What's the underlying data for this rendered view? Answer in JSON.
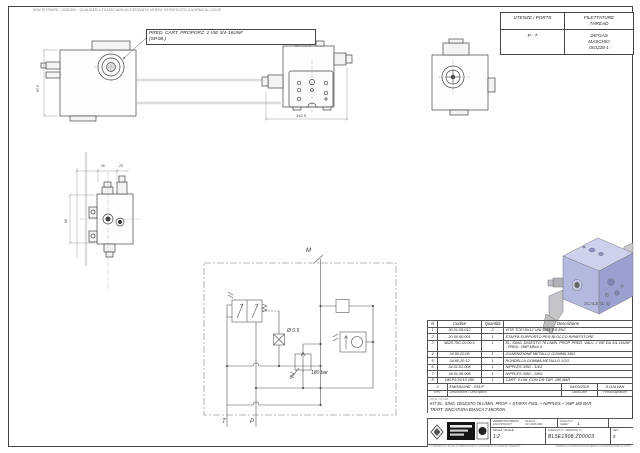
{
  "sheet": {
    "disclaimer": "NON RITIRARE I DISEGNI - QUALSIASI UTILIZZO NON AUTORIZZATO VERRA' PERSEGUITO A NORMA DI LEGGE"
  },
  "callout": {
    "line1": "PRED. CART. PROPORZ. 2 VIE 3/4-16UNF",
    "line2": "(SP.08.)"
  },
  "ports_table": {
    "header_left": "UTENZE / PORTS",
    "header_right_1": "FILETTATURE",
    "header_right_2": "THREAD",
    "ports_value": "P - T",
    "thread_1": "3/8\"GAS",
    "thread_2": "MASCHIO",
    "thread_3": "ISO228-1"
  },
  "dims": {
    "d1": "97.5",
    "d2": "142.5",
    "d3": "35",
    "d4": "20",
    "d5": "60"
  },
  "schematic": {
    "m": "M",
    "t": "T",
    "p": "P",
    "orifice": "Ø 0.5",
    "relief": "180 bar"
  },
  "iso": {
    "scale": "SCALE (1: 5)"
  },
  "bom": {
    "h_n": "N",
    "h_code": "Codice",
    "h_qty": "Quantità",
    "h_desc": "Descrizione",
    "rows": [
      {
        "n": "1",
        "code": "30.01.08.012",
        "qty": "2",
        "desc": "VITE TCEI 8X12 UNI 5931 8.8 ZNC"
      },
      {
        "n": "2",
        "code": "20.50.00.001",
        "qty": "1",
        "desc": "STAFFA SUPPORTO PER BLOCCO RIPARTITORE"
      },
      {
        "n": "3",
        "code": "9A20.78C.00.00.0",
        "qty": "1",
        "desc": "EL. SING. DIGESTO 78 L/MIN. PROP. PRED. VALV. 2 VIE DA 3/4-16UNF - PRED. VMP M5x0.5"
      },
      {
        "n": "4",
        "code": "34.90.20.08",
        "qty": "1",
        "desc": "GUARNIZIONE METALLO GOMMA 3/8G"
      },
      {
        "n": "5",
        "code": "34.90.20.12",
        "qty": "1",
        "desc": "RONDELLA GOMMA METALLO 1/2G"
      },
      {
        "n": "6",
        "code": "34.01.02.008",
        "qty": "1",
        "desc": "NIPPLES 3/8G - 1/4G"
      },
      {
        "n": "7",
        "code": "34.01.08.008",
        "qty": "1",
        "desc": "NIPPLES 3/8G - 3/8G"
      },
      {
        "n": "8",
        "code": "VM.P3.26.10.180",
        "qty": "1",
        "desc": "CART. V.LIM. CON OR TAR. 180 BAR"
      }
    ],
    "revision": {
      "rev": "0",
      "desc": "EMISSIONE - 035.P",
      "date": "04/03/2015",
      "sign": "S.GALVAN"
    },
    "footer": {
      "rev": "Rev.",
      "desc": "Descrizione / Description",
      "date": "Data/Date",
      "sign": "Firma/Signature"
    }
  },
  "notes": {
    "label": "NOTE / NOTES",
    "line1": "KIT EL. SING. DIGESTO 78 L/MIN. PROP. + STAFFA FISS. + NIPPLES + VMP 180 BAR",
    "line2": "TRATT. ZINCATURA BIANCA 7 MICRON"
  },
  "titleblock": {
    "product_it": "PRODOTTO FINITO",
    "product_en": "END PRODUCT",
    "clean_1": "20/16/13",
    "clean_2": "ISO 4406:1999",
    "sheet_it": "FOGLIO N°",
    "sheet_en": "SHEET",
    "sheet_value": "1",
    "scale_label": "SCALA / SCALE",
    "scale_value": "1:2",
    "drawing_label": "DISEGNO N° / DRAWING N°",
    "drawing_number": "BL5E1908.Z00003",
    "rev_label": "REV.",
    "rev_value": "0",
    "note_left": "A TERMINI DI LEGGE CI RISERVIAMO LA PROPRIETA' DI QUESTO DISEGNO",
    "note_right": "VIETATA LA RIPRODUZIONE SENZA AUTORIZZAZIONE SCRITTA"
  }
}
